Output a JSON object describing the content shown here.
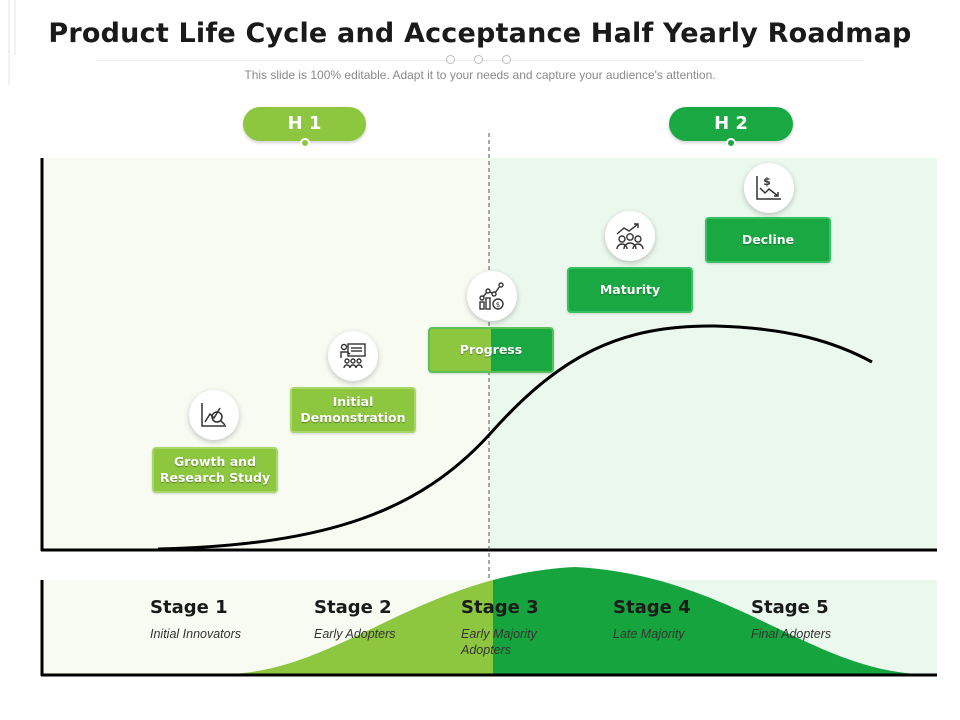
{
  "title": "Product Life Cycle and Acceptance Half Yearly Roadmap",
  "subtitle": "This slide is 100% editable. Adapt it to your needs and capture your audience's attention.",
  "colors": {
    "light_green": "#8dc63f",
    "dark_green": "#1aa843",
    "panel_light": "#f7fbf2",
    "panel_dark": "#ebf8ee",
    "axis": "#000000"
  },
  "halves": [
    {
      "label": "H 1",
      "color": "#8dc63f"
    },
    {
      "label": "H 2",
      "color": "#1aa843"
    }
  ],
  "phases": [
    {
      "label": "Growth and Research Study",
      "icon": "research-chart-magnifier-icon"
    },
    {
      "label": "Initial Demonstration",
      "icon": "presentation-audience-icon"
    },
    {
      "label": "Progress",
      "icon": "growth-chart-gear-icon"
    },
    {
      "label": "Maturity",
      "icon": "team-growth-icon"
    },
    {
      "label": "Decline",
      "icon": "dollar-decline-icon"
    }
  ],
  "stages": [
    {
      "title": "Stage 1",
      "desc": "Initial Innovators"
    },
    {
      "title": "Stage 2",
      "desc": "Early Adopters"
    },
    {
      "title": "Stage 3",
      "desc": "Early Majority Adopters"
    },
    {
      "title": "Stage 4",
      "desc": "Late Majority"
    },
    {
      "title": "Stage 5",
      "desc": "Final Adopters"
    }
  ]
}
